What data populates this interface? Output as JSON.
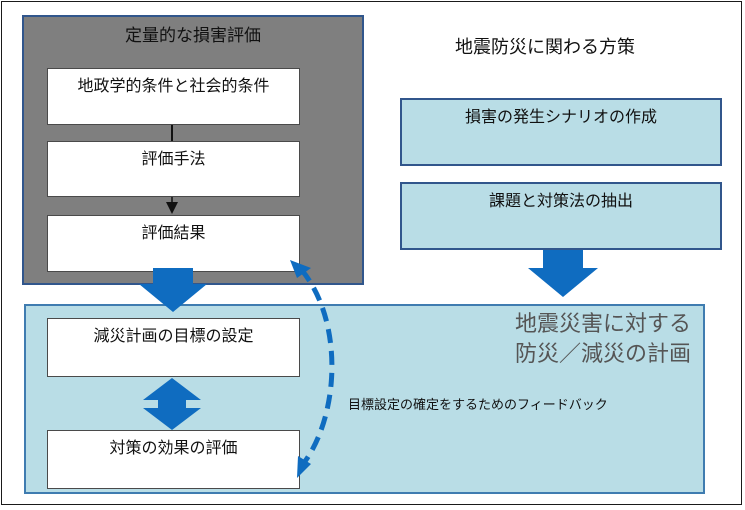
{
  "measures_title": "地震防災に関わる方策",
  "quantitative": {
    "title": "定量的な損害評価",
    "steps": [
      "地政学的条件と社会的条件",
      "評価手法",
      "評価結果"
    ]
  },
  "measures": {
    "items": [
      "損害の発生シナリオの作成",
      "課題と対策法の抽出"
    ]
  },
  "plan": {
    "title_line1": "地震災害に対する",
    "title_line2": "防災／減災の計画",
    "steps": [
      "減災計画の目標の設定",
      "対策の効果の評価"
    ]
  },
  "feedback_label": "目標設定の確定をするためのフィードバック",
  "colors": {
    "gray_panel": "#7f7f7f",
    "light_blue": "#b9dde6",
    "arrow_blue": "#0f6cc0",
    "border_blue": "#31568c"
  }
}
